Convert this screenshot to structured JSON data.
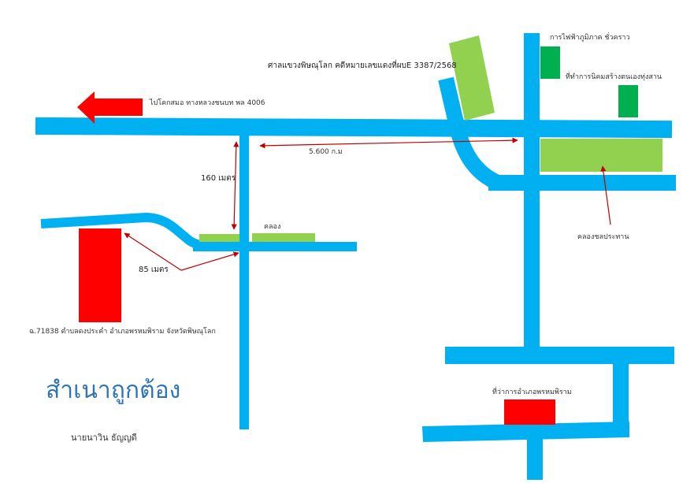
{
  "labels": {
    "to_khok_samo": "ไปโคกสมอ   ทางหลวงชนบท  พล 4006",
    "court": "ศาลแขวงพิษณุโลก  คดีหมายเลขแดงที่ผบE 3387/2568",
    "electricity": "การไฟฟ้าภูมิภาค  ชั่วคราว",
    "settlement": "ที่ทำการนิคมสร้างตนเองทุ่งสาน",
    "distance_main": "5.600 ก.ม",
    "distance_160": "160  เมตร",
    "canal": "คลอง",
    "irrigation_canal": "คลองชลประทาน",
    "distance_85": "85  เมตร",
    "parcel": "ฉ.71838  ตำบลดงประคำ  อำเภอพรหมพิราม จังหวัดพิษณุโลก",
    "district_office": "ที่ว่าการอำเภอพรหมพิราม",
    "certified_copy": "สำเนาถูกต้อง",
    "signer": "นายนาวิน  ธัญญดี"
  },
  "colors": {
    "road": "#00b0f0",
    "parcel": "#ff0000",
    "arrow": "#ff0000",
    "dimension": "#c00000",
    "canal": "#92d050",
    "landmark": "#00b050",
    "certified_text": "#2e75b6"
  },
  "icons": {
    "direction": "left-arrow-icon"
  }
}
